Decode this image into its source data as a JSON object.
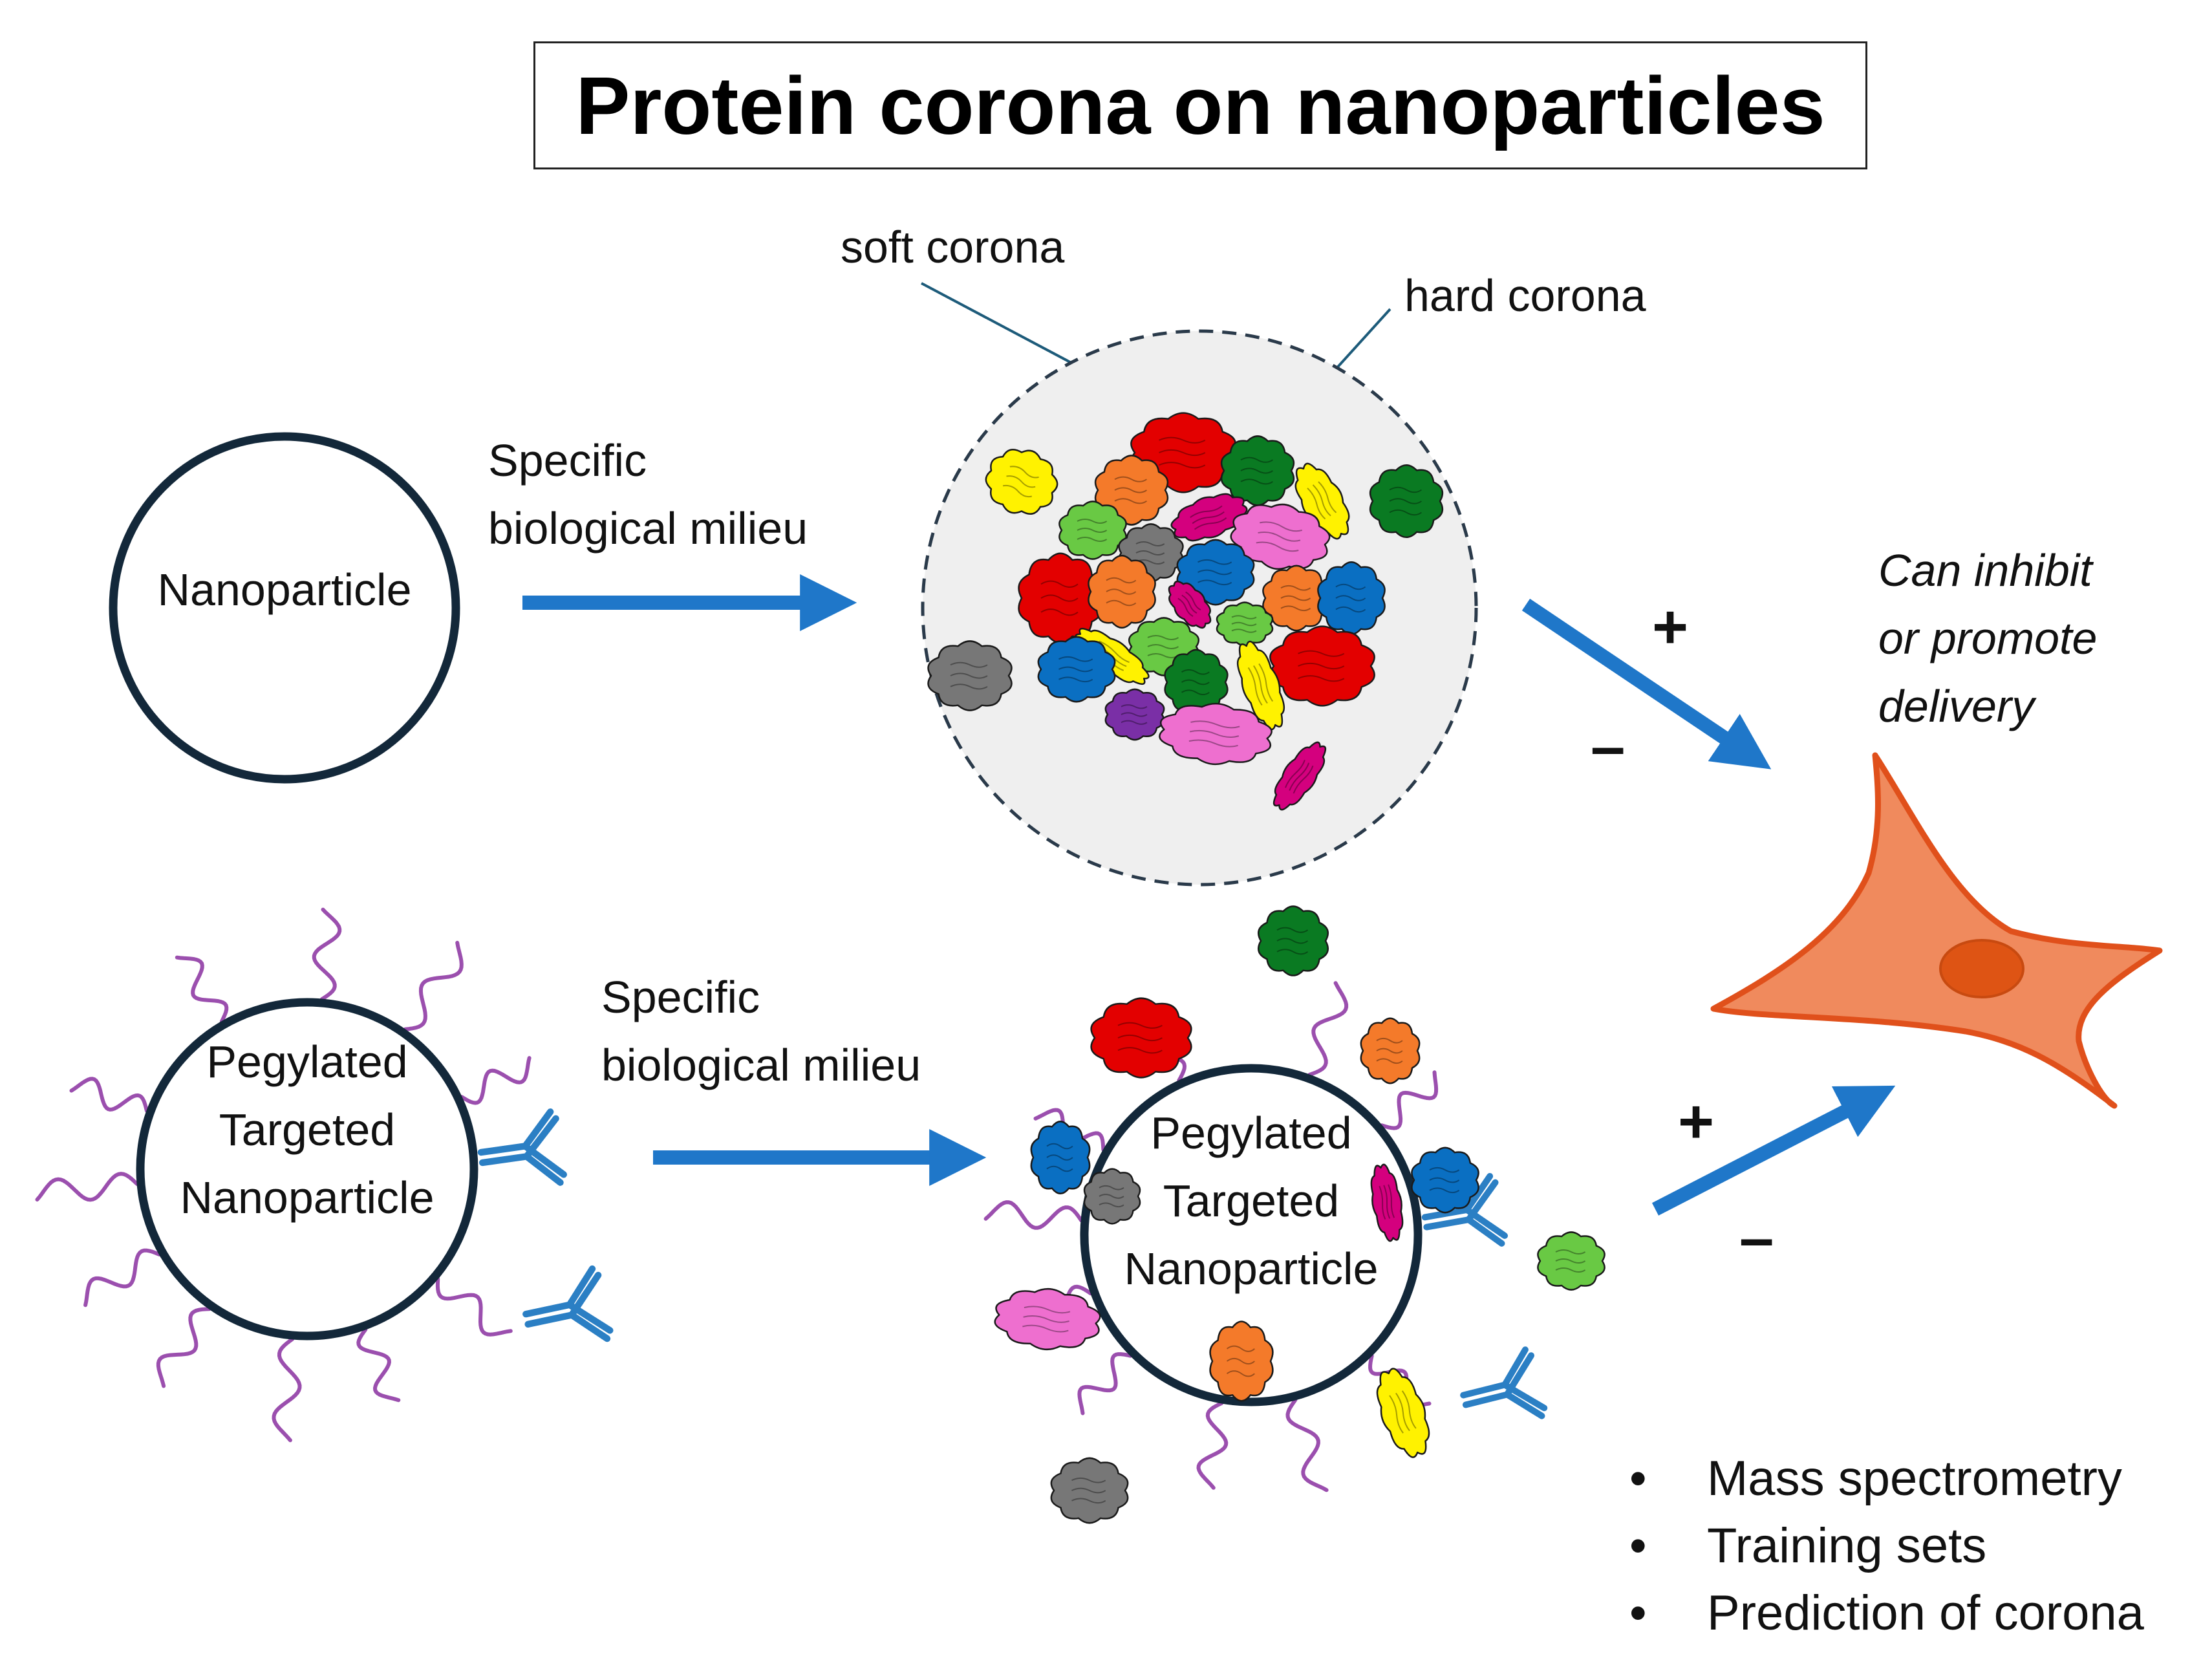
{
  "title": "Protein corona on nanoparticles",
  "labels": {
    "soft_corona": "soft corona",
    "hard_corona": "hard corona",
    "nanoparticle": "Nanoparticle",
    "milieu_top_line1": "Specific",
    "milieu_top_line2": "biological milieu",
    "milieu_bottom_line1": "Specific",
    "milieu_bottom_line2": "biological milieu",
    "peg_left_line1": "Pegylated",
    "peg_left_line2": "Targeted",
    "peg_left_line3": "Nanoparticle",
    "peg_right_line1": "Pegylated",
    "peg_right_line2": "Targeted",
    "peg_right_line3": "Nanoparticle",
    "effect_line1": "Can inhibit",
    "effect_line2": "or promote",
    "effect_line3": "delivery"
  },
  "signs": {
    "top_plus": "+",
    "top_minus": "–",
    "bottom_plus": "+",
    "bottom_minus": "–"
  },
  "bullets": [
    "Mass spectrometry",
    "Training sets",
    "Prediction of corona"
  ],
  "colors": {
    "arrow": "#1f77c9",
    "particle_outline": "#13283a",
    "soft_corona_fill": "#efefef",
    "cell_fill": "#f08a5d",
    "cell_outline": "#e0501b",
    "nucleus": "#de5414",
    "peg_chain": "#9b4fae",
    "antibody": "#2b7fc4",
    "protein_red": "#e30000",
    "protein_orange": "#f47a2a",
    "protein_green": "#0a7a22",
    "protein_lightgreen": "#69c944",
    "protein_yellow": "#fff200",
    "protein_blue": "#0a6fc2",
    "protein_pink": "#ee6fcf",
    "protein_magenta": "#d4007e",
    "protein_purple": "#7a2fa6",
    "protein_gray": "#777777"
  }
}
